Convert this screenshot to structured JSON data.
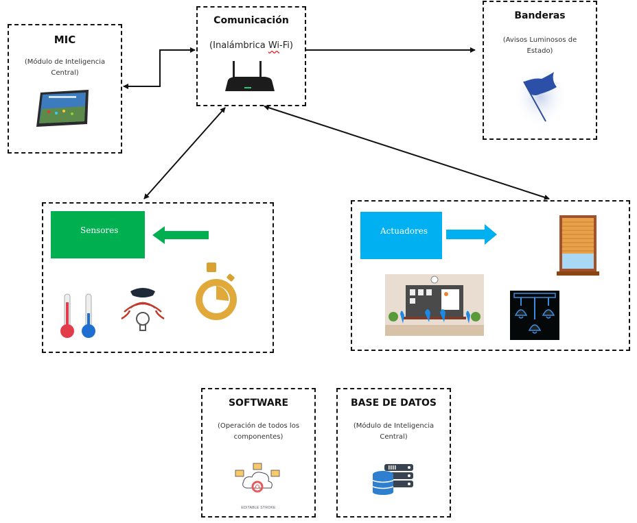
{
  "nodes": {
    "mic": {
      "title": "MIC",
      "subtitle_line1": "(Módulo de Inteligencia",
      "subtitle_line2": "Central)",
      "icon": "tablet-icon"
    },
    "comunicacion": {
      "title": "Comunicación",
      "subtitle_pre": "(Inalámbrica ",
      "subtitle_flagged": "Wi",
      "subtitle_post": "-Fi)",
      "icon": "wifi-router-icon"
    },
    "banderas": {
      "title": "Banderas",
      "subtitle_line1": "(Avisos Luminosos de",
      "subtitle_line2": "Estado)",
      "icon": "flag-icon"
    },
    "sensores": {
      "label": "Sensores",
      "color": "#00b050",
      "icons": [
        "thermometer-hot-icon",
        "thermometer-cold-icon",
        "light-sensor-icon",
        "stopwatch-icon"
      ]
    },
    "actuadores": {
      "label": "Actuadores",
      "color": "#00b0f0",
      "icons": [
        "window-blind-icon",
        "meeting-room-icon",
        "ceiling-lamps-icon"
      ]
    },
    "software": {
      "title": "SOFTWARE",
      "subtitle_line1": "(Operación de todos los",
      "subtitle_line2": "componentes)",
      "icon": "cloud-settings-icon",
      "icon_caption": "EDITABLE STROKE"
    },
    "base_datos": {
      "title": "BASE DE DATOS",
      "subtitle_line1": "(Módulo de Inteligencia",
      "subtitle_line2": "Central)",
      "icon": "database-server-icon"
    }
  },
  "connections": [
    {
      "from": "comunicacion",
      "to": "mic",
      "type": "bidirectional"
    },
    {
      "from": "comunicacion",
      "to": "banderas",
      "type": "directed"
    },
    {
      "from": "comunicacion",
      "to": "sensores",
      "type": "bidirectional"
    },
    {
      "from": "comunicacion",
      "to": "actuadores",
      "type": "bidirectional"
    }
  ]
}
